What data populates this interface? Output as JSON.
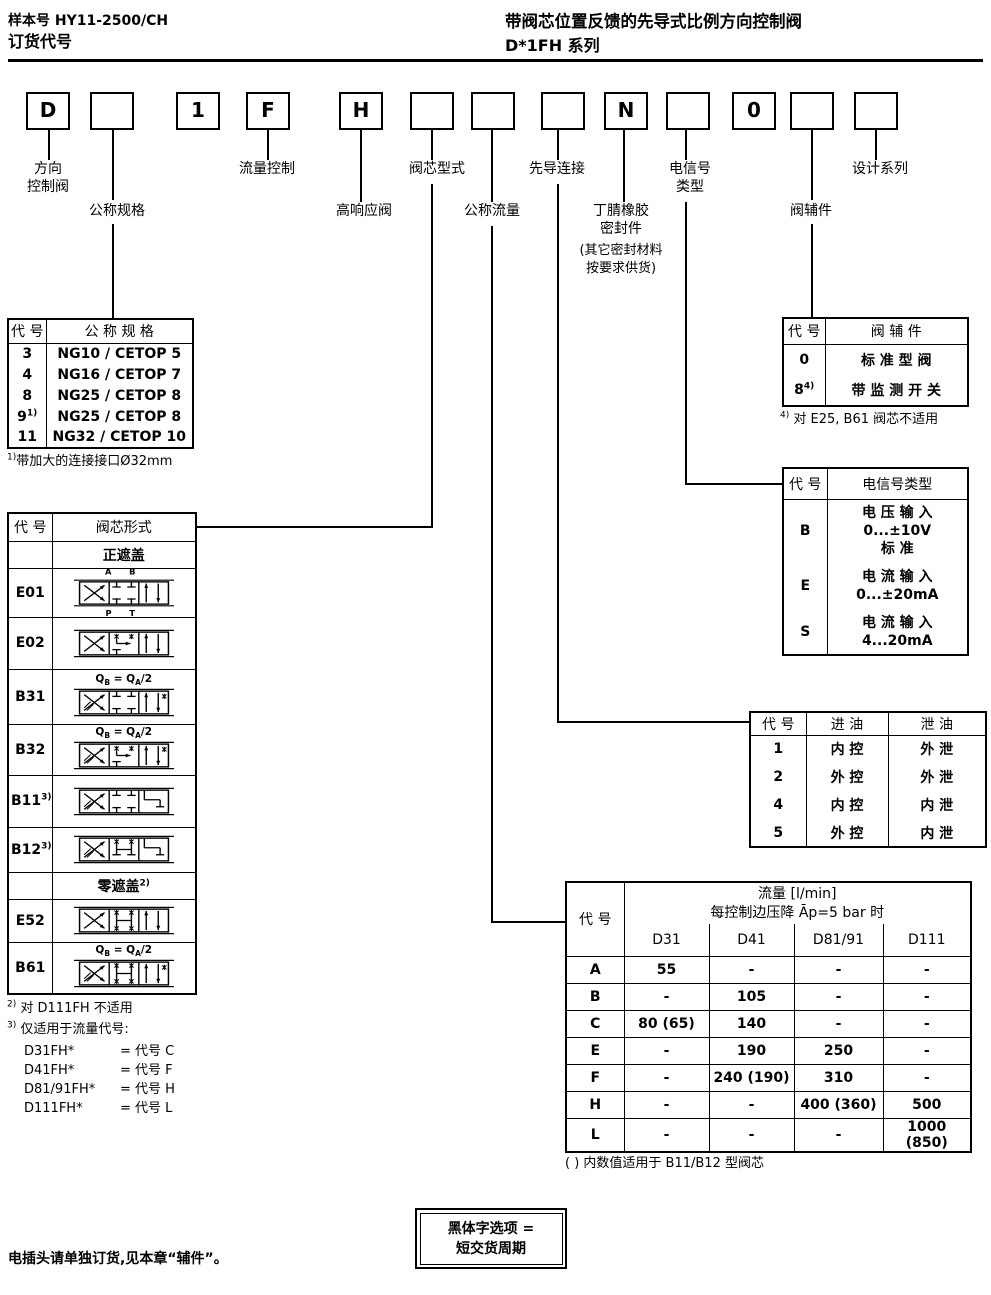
{
  "header": {
    "doc_number": "样本号 HY11-2500/CH",
    "page_title": "订货代号",
    "product_title": "带阀芯位置反馈的先导式比例方向控制阀",
    "series": "D*1FH 系列"
  },
  "code_boxes": [
    "D",
    "",
    "1",
    "F",
    "H",
    "",
    "",
    "",
    "N",
    "",
    "0",
    "",
    ""
  ],
  "labels": {
    "directional": [
      "方向",
      "控制阀"
    ],
    "nominal_size": "公称规格",
    "flow_control": "流量控制",
    "high_response": "高响应阀",
    "spool_type": "阀芯型式",
    "nominal_flow": "公称流量",
    "pilot_connection": "先导连接",
    "seal": [
      "丁腈橡胶",
      "密封件",
      "(其它密封材料",
      "按要求供货)"
    ],
    "signal_type": [
      "电信号",
      "类型"
    ],
    "valve_accessory": "阀辅件",
    "design_series": "设计系列"
  },
  "size_table": {
    "headers": [
      "代 号",
      "公 称 规 格"
    ],
    "rows": [
      {
        "code": "3",
        "sup": "",
        "value": "NG10 / CETOP 5"
      },
      {
        "code": "4",
        "sup": "",
        "value": "NG16 / CETOP 7"
      },
      {
        "code": "8",
        "sup": "",
        "value": "NG25 / CETOP 8"
      },
      {
        "code": "9",
        "sup": "1)",
        "value": "NG25 / CETOP 8"
      },
      {
        "code": "11",
        "sup": "",
        "value": "NG32 / CETOP 10"
      }
    ],
    "footnote": {
      "sup": "1)",
      "text": "带加大的连接接口Ø32mm"
    }
  },
  "spool_table": {
    "headers": [
      "代 号",
      "阀芯形式"
    ],
    "subheader_positive": "正遮盖",
    "subheader_zero": {
      "text": "零遮盖",
      "sup": "2)"
    },
    "qb_label": {
      "q": "Q",
      "sub_b": "B",
      "eq": " = ",
      "q2": "Q",
      "sub_a": "A",
      "rest": "/2"
    },
    "rows": [
      {
        "code": "E01",
        "sup": "",
        "symbol": {
          "variant": "E01",
          "ports_top": "A B",
          "ports_bottom": "P T"
        }
      },
      {
        "code": "E02",
        "sup": "",
        "symbol": {
          "variant": "E02"
        }
      },
      {
        "code": "B31",
        "sup": "",
        "symbol": {
          "variant": "B31"
        }
      },
      {
        "code": "B32",
        "sup": "",
        "symbol": {
          "variant": "B32"
        }
      },
      {
        "code": "B11",
        "sup": "3)",
        "symbol": {
          "variant": "B11"
        }
      },
      {
        "code": "B12",
        "sup": "3)",
        "symbol": {
          "variant": "B12"
        }
      },
      {
        "code": "E52",
        "sup": "",
        "symbol": {
          "variant": "E52"
        }
      },
      {
        "code": "B61",
        "sup": "",
        "symbol": {
          "variant": "B61"
        }
      }
    ],
    "footnote2": {
      "sup": "2)",
      "text": "对 D111FH 不适用"
    },
    "footnote3": {
      "sup": "3)",
      "text": "仅适用于流量代号:"
    },
    "flow_codes": [
      {
        "model": "D31FH*",
        "code": "= 代号 C"
      },
      {
        "model": "D41FH*",
        "code": "= 代号 F"
      },
      {
        "model": "D81/91FH*",
        "code": "= 代号 H"
      },
      {
        "model": "D111FH*",
        "code": "= 代号 L"
      }
    ]
  },
  "accessory_table": {
    "headers": [
      "代 号",
      "阀 辅 件"
    ],
    "rows": [
      {
        "code": "0",
        "sup": "",
        "value": "标 准 型 阀"
      },
      {
        "code": "8",
        "sup": "4)",
        "value": "带 监 测 开 关"
      }
    ],
    "footnote": {
      "sup": "4)",
      "text": "对 E25, B61 阀芯不适用"
    }
  },
  "signal_table": {
    "headers": [
      "代 号",
      "电信号类型"
    ],
    "rows": [
      {
        "code": "B",
        "lines": [
          "电 压 输 入",
          "0...±10V",
          "标 准"
        ]
      },
      {
        "code": "E",
        "lines": [
          "电 流 输 入",
          "0...±20mA"
        ]
      },
      {
        "code": "S",
        "lines": [
          "电 流 输 入",
          "4...20mA"
        ]
      }
    ]
  },
  "pilot_table": {
    "headers": [
      "代 号",
      "进 油",
      "泄 油"
    ],
    "rows": [
      {
        "code": "1",
        "inlet": "内 控",
        "drain": "外 泄"
      },
      {
        "code": "2",
        "inlet": "外 控",
        "drain": "外 泄"
      },
      {
        "code": "4",
        "inlet": "内 控",
        "drain": "内 泄"
      },
      {
        "code": "5",
        "inlet": "外 控",
        "drain": "内 泄"
      }
    ]
  },
  "flow_table": {
    "header_code": "代 号",
    "header_title1": "流量 [l/min]",
    "header_title2": "每控制边压降 Āp=5 bar 时",
    "columns": [
      "D31",
      "D41",
      "D81/91",
      "D111"
    ],
    "rows": [
      {
        "code": "A",
        "values": [
          "55",
          "-",
          "-",
          "-"
        ]
      },
      {
        "code": "B",
        "values": [
          "-",
          "105",
          "-",
          "-"
        ]
      },
      {
        "code": "C",
        "values": [
          "80 (65)",
          "140",
          "-",
          "-"
        ]
      },
      {
        "code": "E",
        "values": [
          "-",
          "190",
          "250",
          "-"
        ]
      },
      {
        "code": "F",
        "values": [
          "-",
          "240 (190)",
          "310",
          "-"
        ]
      },
      {
        "code": "H",
        "values": [
          "-",
          "-",
          "400 (360)",
          "500"
        ]
      },
      {
        "code": "L",
        "values": [
          "-",
          "-",
          "-",
          "1000 (850)"
        ]
      }
    ],
    "footnote": "( ) 内数值适用于 B11/B12 型阀芯"
  },
  "notes": {
    "bold_note": [
      "黑体字选项 =",
      "短交货周期"
    ],
    "connector_note": "电插头请单独订货,见本章“辅件”。"
  }
}
